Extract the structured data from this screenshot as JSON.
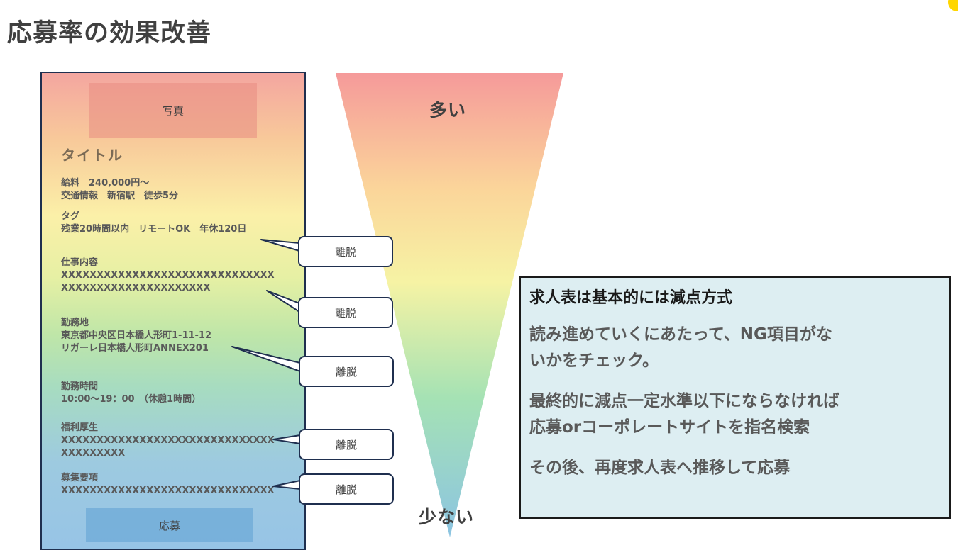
{
  "page": {
    "title": "応募率の効果改善"
  },
  "card": {
    "photo": "写真",
    "title": "タイトル",
    "salary_line1": "給料　240,000円～",
    "salary_line2": "交通情報　新宿駅　徒歩5分",
    "tag_label": "タグ",
    "tag_values": "残業20時間以内　リモートOK　年休120日",
    "job_label": "仕事内容",
    "job_line1": "XXXXXXXXXXXXXXXXXXXXXXXXXXXXXX",
    "job_line2": "XXXXXXXXXXXXXXXXXXXXX",
    "location_label": "勤務地",
    "location_line1": "東京都中央区日本橋人形町1-11-12",
    "location_line2": "リガーレ日本橋人形町ANNEX201",
    "hours_label": "勤務時間",
    "hours_value": "10:00～19：00　（休憩1時間）",
    "welfare_label": "福利厚生",
    "welfare_line1": "XXXXXXXXXXXXXXXXXXXXXXXXXXXXXX",
    "welfare_line2": "XXXXXXXXX",
    "recruit_label": "募集要項",
    "recruit_line1": "XXXXXXXXXXXXXXXXXXXXXXXXXXXXXX",
    "apply": "応募"
  },
  "funnel": {
    "top_label": "多い",
    "bottom_label": "少ない"
  },
  "callouts": [
    "離脱",
    "離脱",
    "離脱",
    "離脱",
    "離脱"
  ],
  "note": {
    "heading": "求人表は基本的には減点方式",
    "para1": "読み進めていくにあたって、NG項目がな\nいかをチェック。",
    "para2": "最終的に減点一定水準以下にならなければ\n応募orコーポレートサイトを指名検索",
    "para3": "その後、再度求人表へ推移して応募"
  },
  "colors": {
    "accent": "#ffd600",
    "border": "#1f2f4f",
    "note_bg": "#ddeef2"
  }
}
